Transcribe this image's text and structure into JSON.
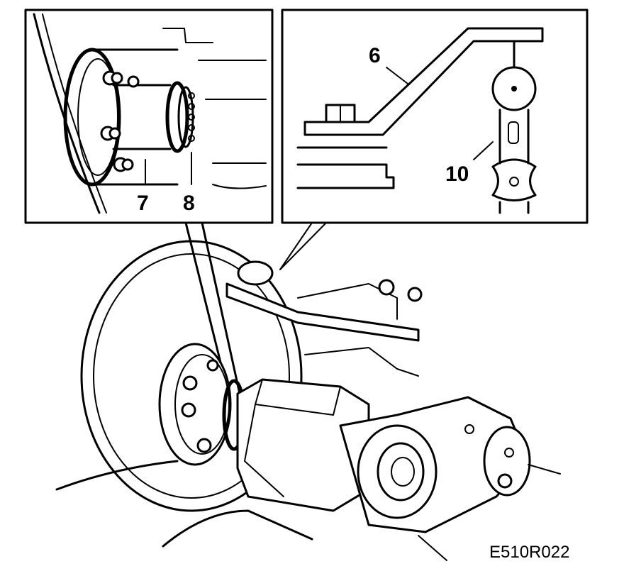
{
  "figure": {
    "id": "E510R022"
  },
  "callouts": {
    "c7": "7",
    "c8": "8",
    "c6": "6",
    "c10": "10"
  },
  "icons": {
    "hub": "wheel-hub-illustration",
    "bearing": "bearing-ring-illustration",
    "tool": "measuring-tool-illustration",
    "dial": "dial-gauge-illustration"
  }
}
